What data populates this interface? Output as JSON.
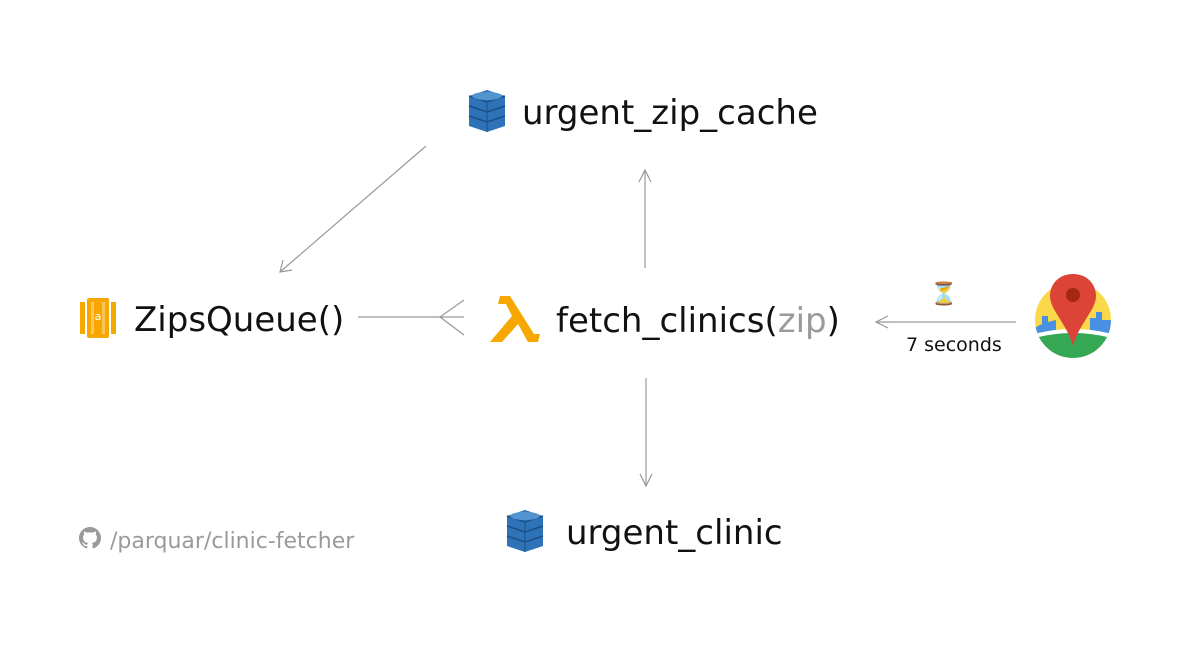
{
  "nodes": {
    "cache": {
      "label": "urgent_zip_cache",
      "icon": "dynamodb-icon"
    },
    "queue": {
      "label": "ZipsQueue()",
      "icon": "sqs-icon"
    },
    "lambda": {
      "name": "fetch_clinics(",
      "param": "zip",
      "close": ")",
      "icon": "lambda-icon"
    },
    "clinic": {
      "label": "urgent_clinic",
      "icon": "dynamodb-icon"
    },
    "maps": {
      "icon": "google-maps-icon"
    }
  },
  "edges": {
    "delay_icon": "⏳",
    "delay_label": "7 seconds"
  },
  "footer": {
    "repo": "/parquar/clinic-fetcher",
    "icon": "github-icon"
  },
  "colors": {
    "lambda": "#F7A800",
    "dynamodb": "#2E73B8",
    "sqs": "#F7A800",
    "maps_pin": "#DB4437",
    "maps_green": "#34A853",
    "maps_yellow": "#FBD84A",
    "maps_blue": "#4A90E2",
    "muted": "#9A9A9A",
    "arrow": "#999999"
  }
}
